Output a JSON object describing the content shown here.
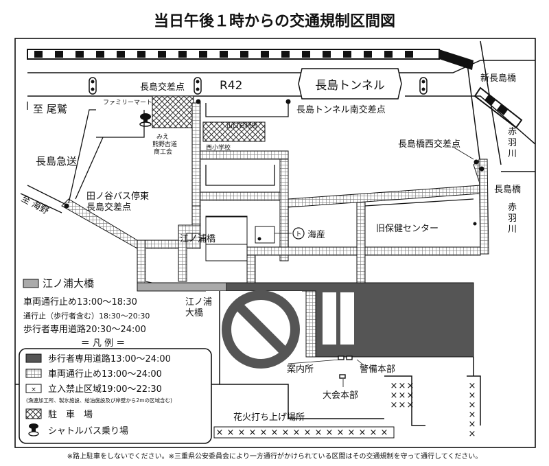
{
  "title": "当日午後１時からの交通規制区間図",
  "labels": {
    "r42": "R42",
    "nagashima_tunnel": "長島トンネル",
    "nagashima_koosaten": "長島交差点",
    "tunnel_minami": "長島トンネル南交差点",
    "familymart": "ファミリーマート",
    "mie_kumano_1": "みえ",
    "mie_kumano_2": "熊野古道",
    "mie_kumano_3": "商工会",
    "yamaguchi": "山口石材店",
    "nishi_shogakko": "西小学校",
    "to_owase": "至 尾鷲",
    "nagashima_kyuso": "長島急送",
    "to_miya": "至 海野",
    "tanotani_1": "田ノ谷バス停東",
    "tanotani_2": "長島交差点",
    "enoura_bridge_small": "江ノ浦橋",
    "kaisan": "海産",
    "kaisan_mark": "ト",
    "kyu_hoken": "旧保健センター",
    "shin_nagashima": "新長島橋",
    "akaba_1": "赤",
    "akaba_2": "羽",
    "akaba_3": "川",
    "nagashimabashi_nishi": "長島橋西交差点",
    "nagashimabashi": "長島橋",
    "akaba2_1": "赤",
    "akaba2_2": "羽",
    "akaba2_3": "川",
    "enoura_big_1": "江ノ浦",
    "enoura_big_2": "大橋",
    "annaisho": "案内所",
    "keibi": "警備本部",
    "taikai": "大会本部",
    "hanabi": "花火打ち上げ場所"
  },
  "legend_top": {
    "title": "江ノ浦大橋",
    "line1": "車両通行止め13:00～18:30",
    "line2": "通行止（歩行者含む）18:30～20:30",
    "line3": "歩行者専用道路20:30～24:00",
    "hanrei": "＝ 凡 例 ＝"
  },
  "legend": {
    "item1": "歩行者専用道路13:00～24:00",
    "item2": "車両通行止め13:00～24:00",
    "item3": "立入禁止区域19:00～22:30",
    "item3_note": "(漁連加工所、製氷施設、給油施設及び岸壁から2mの区域含む)",
    "item4": "駐　車　場",
    "item5": "シャトルバス乗り場"
  },
  "footer": "※路上駐車をしないでください。※三重県公安委員会により一方通行がかけられている区間はその交通規制を守って通行してください。",
  "colors": {
    "pedestrian": "#4a4a4a",
    "closed_road": "#8a8a8a",
    "bridge": "#a9a9a9"
  }
}
